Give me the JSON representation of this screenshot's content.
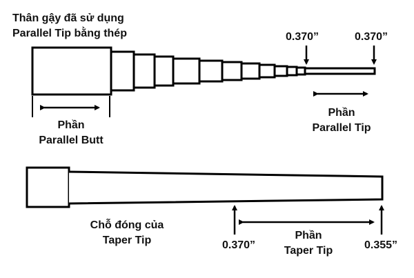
{
  "title": {
    "line1": "Thân gậy đã sử dụng",
    "line2": "Parallel Tip bằng thép"
  },
  "top_shaft": {
    "measure_left": "0.370”",
    "measure_right": "0.370”",
    "tip_label_line1": "Phần",
    "tip_label_line2": "Parallel Tip",
    "butt_label_line1": "Phần",
    "butt_label_line2": "Parallel Butt"
  },
  "bottom_shaft": {
    "ferrule_label_line1": "Chỗ đóng của",
    "ferrule_label_line2": "Taper Tip",
    "measure_left": "0.370”",
    "measure_right": "0.355”",
    "taper_label_line1": "Phần",
    "taper_label_line2": "Taper Tip"
  },
  "colors": {
    "line": "#000000",
    "background": "#ffffff"
  }
}
